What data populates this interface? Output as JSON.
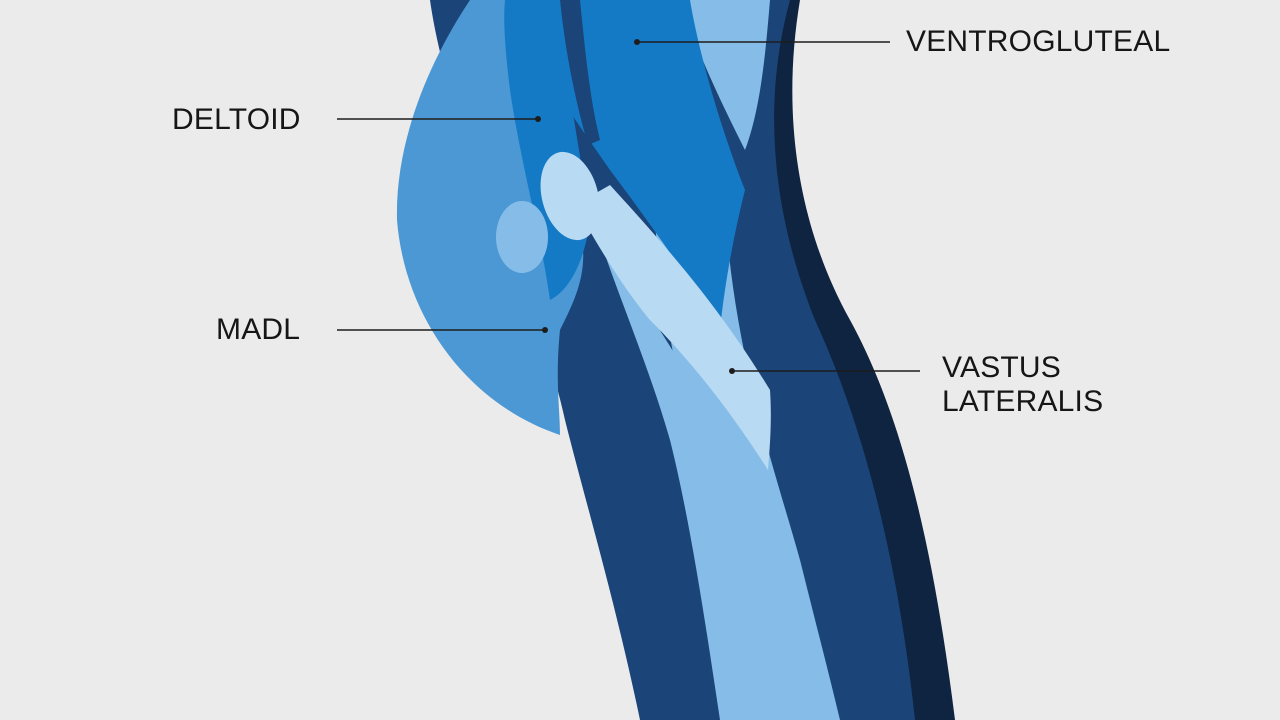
{
  "labels": {
    "ventrogluteal": "VENTROGLUTEAL",
    "deltoid": "DELTOID",
    "madl": "MADL",
    "vastus_line1": "VASTUS",
    "vastus_line2": "LATERALIS"
  },
  "colors": {
    "background": "#ebebeb",
    "navy": "#1b4478",
    "deep_navy": "#0f2440",
    "medium_blue": "#4b98d5",
    "royal_blue": "#157ac6",
    "light_blue": "#86bde8",
    "pale_blue": "#b9daf3",
    "leader_line": "#1d1d1d"
  }
}
